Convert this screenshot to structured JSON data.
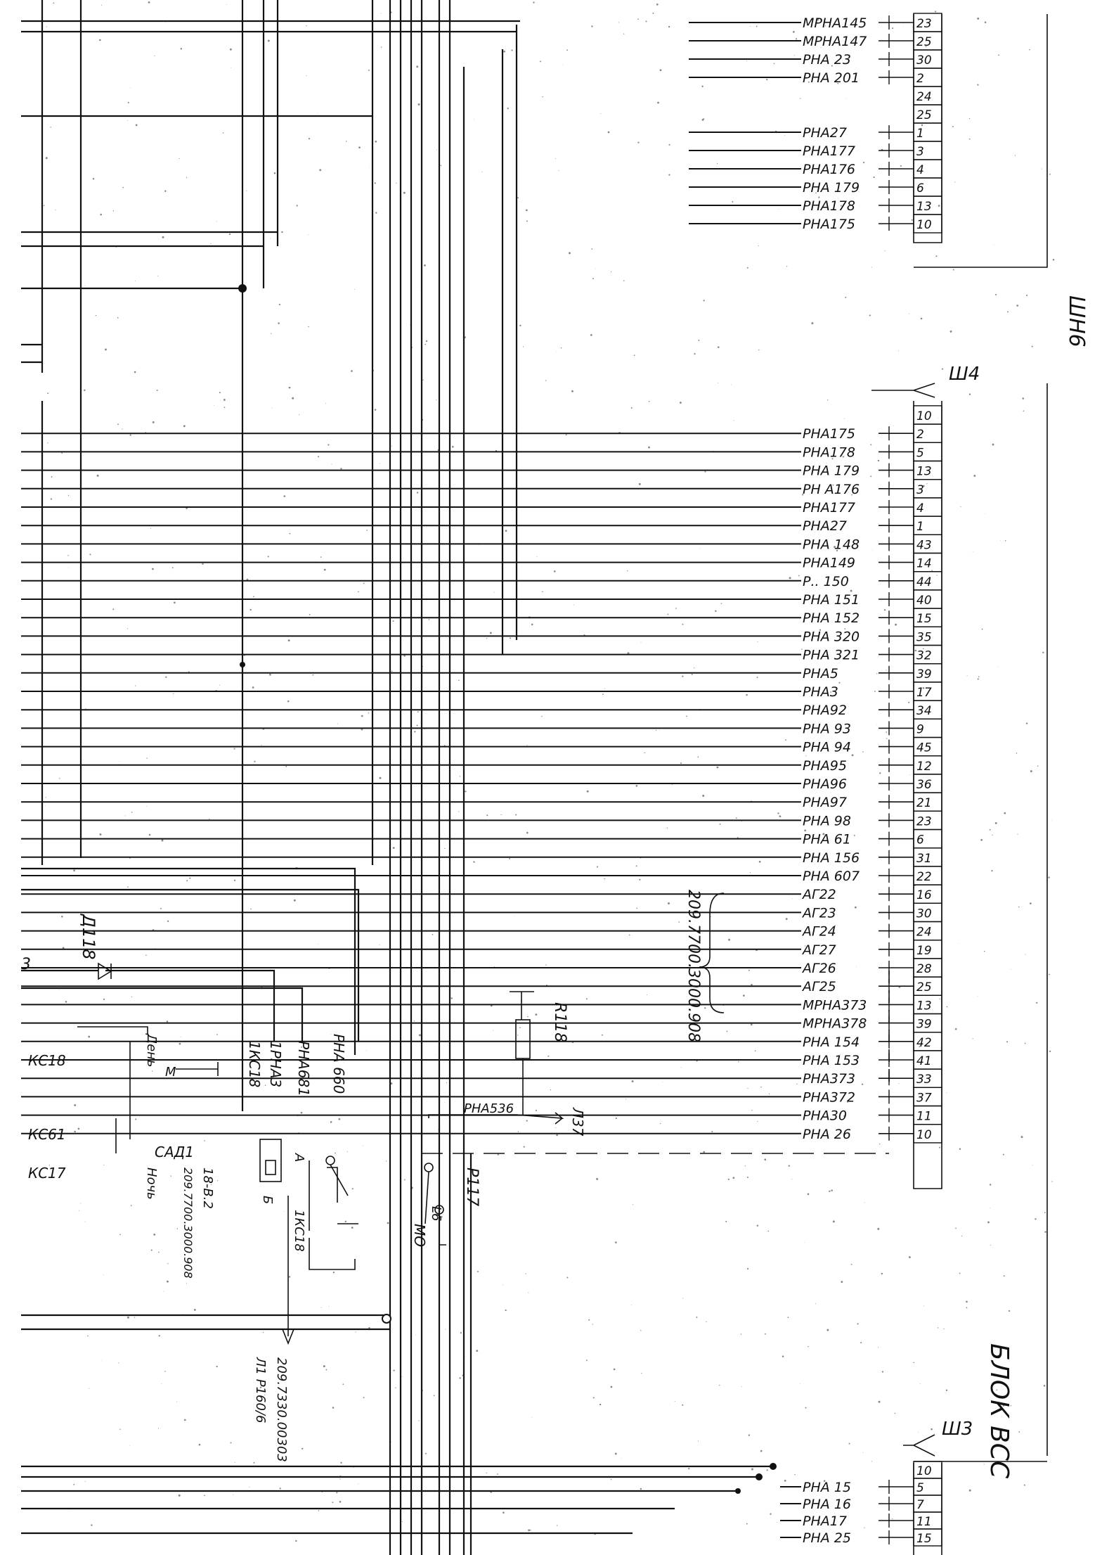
{
  "connector_top": {
    "designation": "ШН6",
    "wires": [
      {
        "label": "МРНА145",
        "pin": "23"
      },
      {
        "label": "МРНА147",
        "pin": "25"
      },
      {
        "label": "РНА 23",
        "pin": "30"
      },
      {
        "label": "РНА 201",
        "pin": "2"
      },
      {
        "label": "",
        "pin": "24"
      },
      {
        "label": "",
        "pin": "25"
      },
      {
        "label": "РНА27",
        "pin": "1"
      },
      {
        "label": "РНА177",
        "pin": "3"
      },
      {
        "label": "РНА176",
        "pin": "4"
      },
      {
        "label": "РНА 179",
        "pin": "6"
      },
      {
        "label": "РНА178",
        "pin": "13"
      },
      {
        "label": "РНА175",
        "pin": "10"
      }
    ]
  },
  "connector_mid": {
    "designation": "Ш4",
    "wires": [
      {
        "label": "",
        "pin": "10"
      },
      {
        "label": "РНА175",
        "pin": "2"
      },
      {
        "label": "РНА178",
        "pin": "5"
      },
      {
        "label": "РНА 179",
        "pin": "13"
      },
      {
        "label": "РН А176",
        "pin": "3"
      },
      {
        "label": "РНА177",
        "pin": "4"
      },
      {
        "label": "РНА27",
        "pin": "1"
      },
      {
        "label": "РНА 148",
        "pin": "43"
      },
      {
        "label": "РНА149",
        "pin": "14"
      },
      {
        "label": "Р.. 150",
        "pin": "44"
      },
      {
        "label": "РНА 151",
        "pin": "40"
      },
      {
        "label": "РНА 152",
        "pin": "15"
      },
      {
        "label": "РНА 320",
        "pin": "35"
      },
      {
        "label": "РНА 321",
        "pin": "32"
      },
      {
        "label": "РНА5",
        "pin": "39"
      },
      {
        "label": "РНА3",
        "pin": "17"
      },
      {
        "label": "РНА92",
        "pin": "34"
      },
      {
        "label": "РНА 93",
        "pin": "9"
      },
      {
        "label": "РНА 94",
        "pin": "45"
      },
      {
        "label": "РНА95",
        "pin": "12"
      },
      {
        "label": "РНА96",
        "pin": "36"
      },
      {
        "label": "РНА97",
        "pin": "21"
      },
      {
        "label": "РНА 98",
        "pin": "23"
      },
      {
        "label": "РНА 61",
        "pin": "6"
      },
      {
        "label": "РНА 156",
        "pin": "31"
      },
      {
        "label": "РНА 607",
        "pin": "22"
      },
      {
        "label": "АГ22",
        "pin": "16"
      },
      {
        "label": "АГ23",
        "pin": "30"
      },
      {
        "label": "АГ24",
        "pin": "24"
      },
      {
        "label": "АГ27",
        "pin": "19"
      },
      {
        "label": "АГ26",
        "pin": "28"
      },
      {
        "label": "АГ25",
        "pin": "25"
      },
      {
        "label": "МРНА373",
        "pin": "13"
      },
      {
        "label": "МРНА378",
        "pin": "39"
      },
      {
        "label": "РНА 154",
        "pin": "42"
      },
      {
        "label": "РНА 153",
        "pin": "41"
      },
      {
        "label": "РНА373",
        "pin": "33"
      },
      {
        "label": "РНА372",
        "pin": "37"
      },
      {
        "label": "РНА30",
        "pin": "11"
      },
      {
        "label": "РНА 26",
        "pin": "10"
      }
    ]
  },
  "connector_bottom": {
    "designation": "Ш3",
    "wires": [
      {
        "label": "",
        "pin": "10"
      },
      {
        "label": "РНА 15",
        "pin": "5"
      },
      {
        "label": "РНА 16",
        "pin": "7"
      },
      {
        "label": "РНА17",
        "pin": "11"
      },
      {
        "label": "РНА 25",
        "pin": "15"
      }
    ]
  },
  "side_labels": {
    "block": "БЛОК ВСС",
    "ag_group_ref": "209.7700.3000.908"
  },
  "left_components": {
    "diode": "Д118",
    "diode_wire": "3",
    "resistor": "R118",
    "rna536": "РНА536",
    "l37": "Л37",
    "r117": "Р117",
    "rna660": "РНА 660",
    "rna681": "РНА681",
    "rna3": "1РНА3",
    "kc18_a": "1КС18",
    "kc18_b": "1КС18",
    "kc18": "КС18",
    "kc61": "КС61",
    "kc17": "КС17",
    "sad1": "САД1",
    "ref_b2": "18-В.2",
    "ref_b2_num": "209.7700.3000.908",
    "day": "День",
    "night": "Ночь",
    "m": "М",
    "mo": "МО",
    "l6": "L6",
    "relay_a": "А",
    "relay_b": "Б",
    "ref_bottom": "209.7330.00303",
    "ref_bottom_sheet": "Л1 Р160/6"
  }
}
